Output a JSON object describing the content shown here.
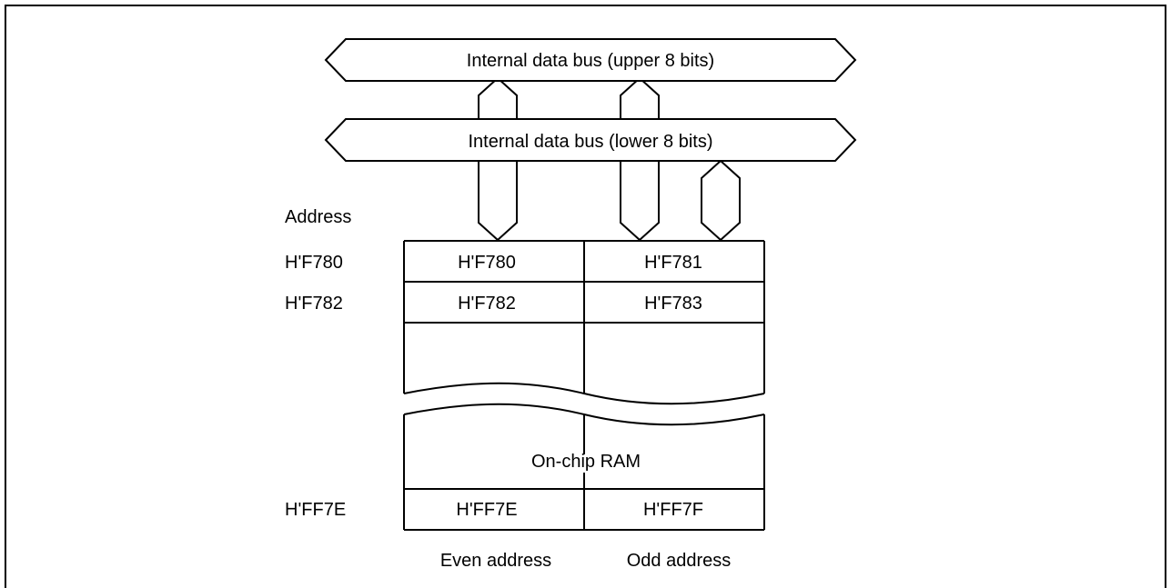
{
  "diagram": {
    "upper_bus_label": "Internal data bus (upper 8 bits)",
    "lower_bus_label": "Internal data bus (lower 8 bits)",
    "address_heading": "Address",
    "rows": [
      {
        "address": "H'F780",
        "even": "H'F780",
        "odd": "H'F781"
      },
      {
        "address": "H'F782",
        "even": "H'F782",
        "odd": "H'F783"
      },
      {
        "address": "H'FF7E",
        "even": "H'FF7E",
        "odd": "H'FF7F"
      }
    ],
    "ram_label": "On-chip RAM",
    "even_column_label": "Even address",
    "odd_column_label": "Odd address"
  }
}
